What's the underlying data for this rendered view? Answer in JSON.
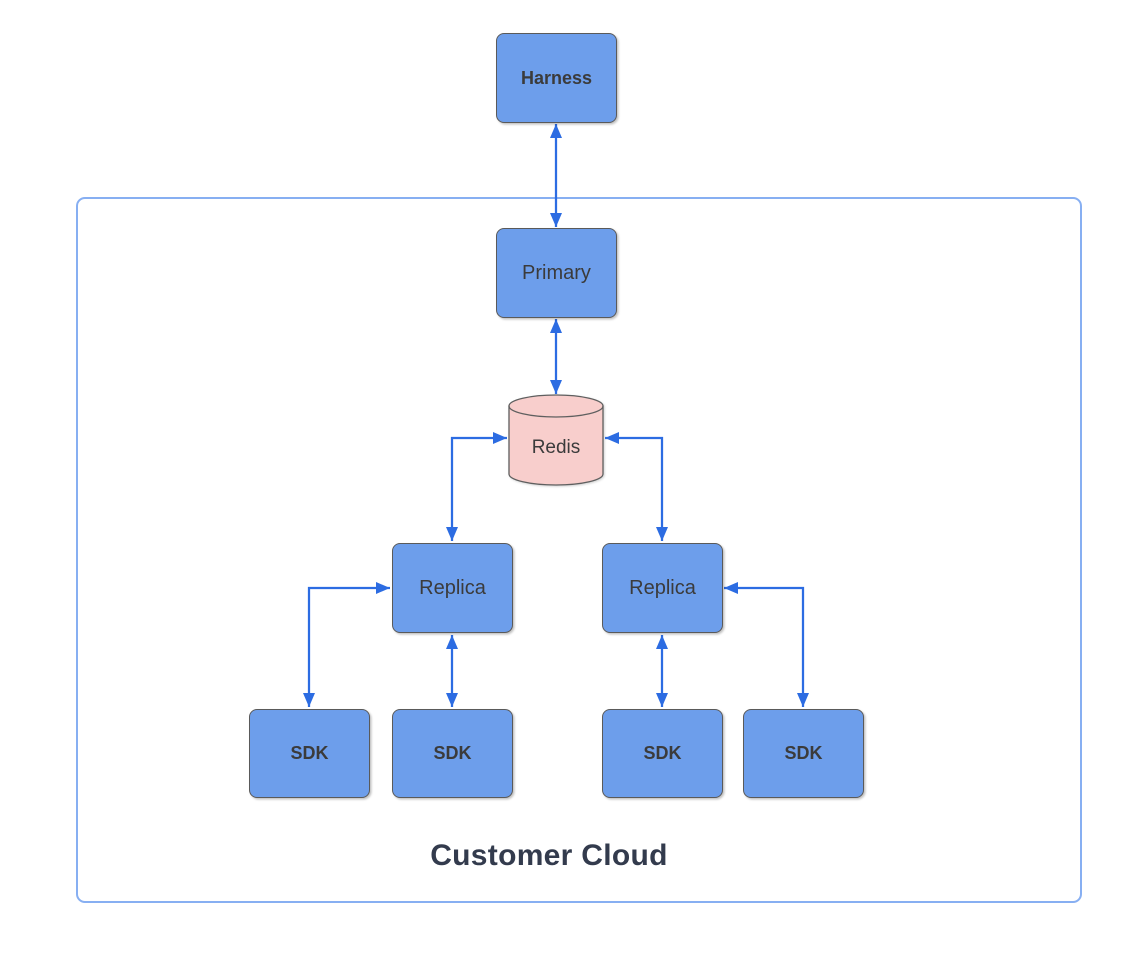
{
  "diagram": {
    "container": {
      "label": "Customer Cloud"
    },
    "nodes": {
      "harness": {
        "label": "Harness",
        "type": "box"
      },
      "primary": {
        "label": "Primary",
        "type": "box"
      },
      "redis": {
        "label": "Redis",
        "type": "cylinder"
      },
      "replica_left": {
        "label": "Replica",
        "type": "box"
      },
      "replica_right": {
        "label": "Replica",
        "type": "box"
      },
      "sdk1": {
        "label": "SDK",
        "type": "box"
      },
      "sdk2": {
        "label": "SDK",
        "type": "box"
      },
      "sdk3": {
        "label": "SDK",
        "type": "box"
      },
      "sdk4": {
        "label": "SDK",
        "type": "box"
      }
    },
    "edges": [
      {
        "from": "harness",
        "to": "primary",
        "direction": "bidirectional",
        "style": "straight"
      },
      {
        "from": "primary",
        "to": "redis",
        "direction": "bidirectional",
        "style": "straight"
      },
      {
        "from": "redis",
        "to": "replica_left",
        "direction": "bidirectional",
        "style": "elbow"
      },
      {
        "from": "redis",
        "to": "replica_right",
        "direction": "bidirectional",
        "style": "elbow"
      },
      {
        "from": "replica_left",
        "to": "sdk1",
        "direction": "bidirectional",
        "style": "elbow"
      },
      {
        "from": "replica_left",
        "to": "sdk2",
        "direction": "bidirectional",
        "style": "straight"
      },
      {
        "from": "replica_right",
        "to": "sdk3",
        "direction": "bidirectional",
        "style": "straight"
      },
      {
        "from": "replica_right",
        "to": "sdk4",
        "direction": "bidirectional",
        "style": "elbow"
      }
    ],
    "colors": {
      "background": "#ffffff",
      "node_fill": "#6d9eeb",
      "node_border": "#5a5a5a",
      "node_label": "#3b3b3b",
      "redis_fill": "#f8cecc",
      "arrow": "#2c6ce2",
      "container_border": "#87aff2",
      "container_label": "#333b4d"
    }
  }
}
